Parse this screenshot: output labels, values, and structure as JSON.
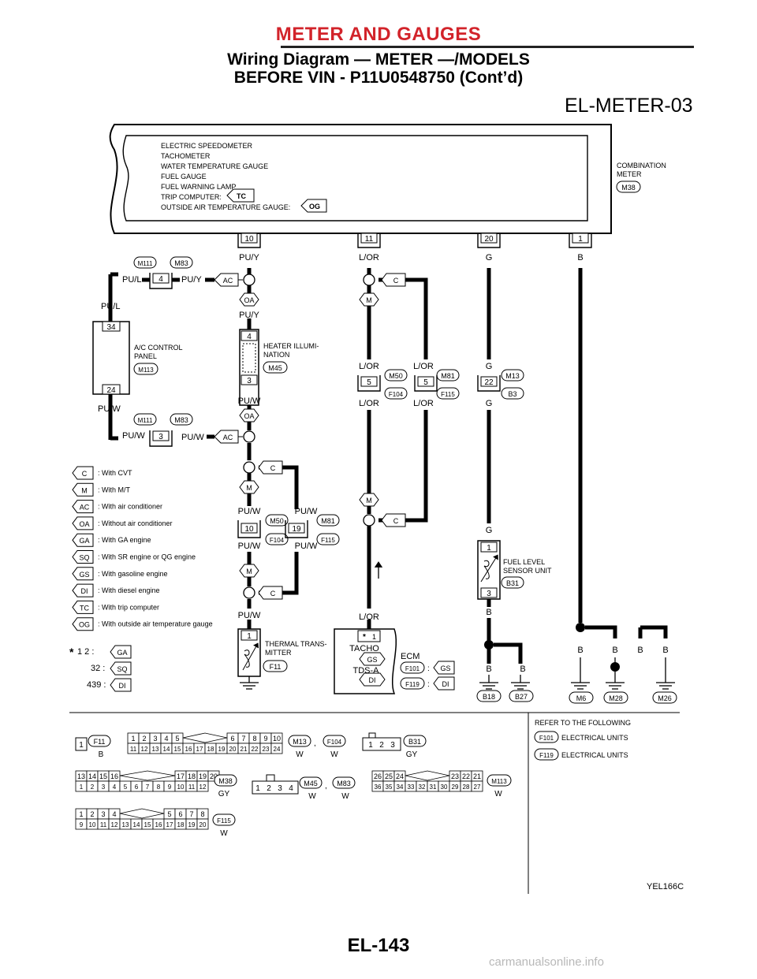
{
  "header": {
    "section": "METER AND GAUGES",
    "title_line1": "Wiring Diagram — METER —/MODELS",
    "title_line2": "BEFORE VIN - P11U0548750 (Cont’d)",
    "diagram_code": "EL-METER-03"
  },
  "meter": {
    "functions": [
      "ELECTRIC SPEEDOMETER",
      "TACHOMETER",
      "WATER TEMPERATURE GAUGE",
      "FUEL GAUGE",
      "FUEL WARNING LAMP",
      "TRIP COMPUTER:",
      "OUTSIDE AIR TEMPERATURE GAUGE:"
    ],
    "tc_tag": "TC",
    "og_tag": "OG",
    "label_line1": "COMBINATION",
    "label_line2": "METER",
    "connector": "M38",
    "terminals": [
      "10",
      "11",
      "20",
      "1"
    ]
  },
  "wires": {
    "pu_y": "PU/Y",
    "l_or": "L/OR",
    "g": "G",
    "b": "B",
    "pu_l": "PU/L",
    "pu_w": "PU/W"
  },
  "joints": {
    "m111": "M111",
    "m83": "M83",
    "m50": "M50",
    "f104": "F104",
    "m81": "M81",
    "f115": "F115",
    "m13": "M13",
    "b3": "B3",
    "m45": "M45",
    "m113": "M113",
    "pin4": "4",
    "pin3": "3",
    "pin5": "5",
    "pin22": "22",
    "pin10": "10",
    "pin19": "19",
    "pin34": "34",
    "pin24": "24",
    "pin1": "1"
  },
  "tags": {
    "c": "C",
    "m": "M",
    "ac": "AC",
    "oa": "OA",
    "ga": "GA",
    "sq": "SQ",
    "gs": "GS",
    "di": "DI",
    "tc": "TC",
    "og": "OG"
  },
  "components": {
    "heater_line1": "HEATER ILLUMI-",
    "heater_line2": "NATION",
    "ac_line1": "A/C CONTROL",
    "ac_line2": "PANEL",
    "fuel_line1": "FUEL LEVEL",
    "fuel_line2": "SENSOR UNIT",
    "fuel_conn": "B31",
    "thermal_line1": "THERMAL TRANS-",
    "thermal_line2": "MITTER",
    "thermal_conn": "F11",
    "tacho": "TACHO",
    "tds": "TDS-A",
    "ecm": "ECM",
    "f101": "F101",
    "f119": "F119",
    "colon": ":"
  },
  "grounds": [
    "B18",
    "B27",
    "M6",
    "M28",
    "M26"
  ],
  "legend": [
    {
      "tag": "C",
      "text": ": With CVT"
    },
    {
      "tag": "M",
      "text": ": With M/T"
    },
    {
      "tag": "AC",
      "text": ": With air conditioner"
    },
    {
      "tag": "OA",
      "text": ": Without air conditioner"
    },
    {
      "tag": "GA",
      "text": ": With GA engine"
    },
    {
      "tag": "SQ",
      "text": ": With SR engine or QG engine"
    },
    {
      "tag": "GS",
      "text": ": With gasoline engine"
    },
    {
      "tag": "DI",
      "text": ": With diesel engine"
    },
    {
      "tag": "TC",
      "text": ": With trip computer"
    },
    {
      "tag": "OG",
      "text": ": With outside air temperature gauge"
    }
  ],
  "star_note": {
    "star": "*",
    "r1": "1    2 :",
    "r2": "32 :",
    "r3": "439 :"
  },
  "connectors": {
    "f11": "F11",
    "m13_label": "M13",
    "f104_label": "F104",
    "b31_label": "B31",
    "m38_label": "M38",
    "m45_label": "M45",
    "m83_label": "M83",
    "m113_label": "M113",
    "f115_label": "F115",
    "color_b": "B",
    "color_w": "W",
    "color_gy": "GY",
    "comma": ","
  },
  "refer": {
    "title": "REFER TO THE FOLLOWING",
    "f101": "F101",
    "f119": "F119",
    "text1": "ELECTRICAL UNITS",
    "text2": "ELECTRICAL UNITS"
  },
  "figure_code": "YEL166C",
  "footer": "EL-143",
  "watermark": "carmanualsonline.info"
}
